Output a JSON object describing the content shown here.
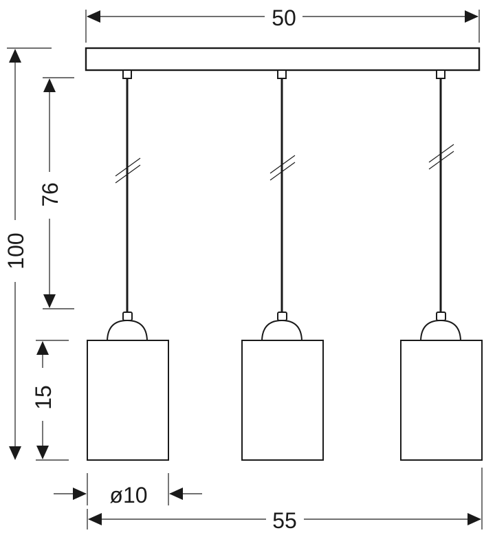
{
  "dimensions": {
    "top_width": "50",
    "bottom_width": "55",
    "total_height": "100",
    "cord_length": "76",
    "shade_height": "15",
    "shade_diameter": "ø10"
  },
  "colors": {
    "line": "#1a1a1a",
    "background": "#ffffff"
  }
}
